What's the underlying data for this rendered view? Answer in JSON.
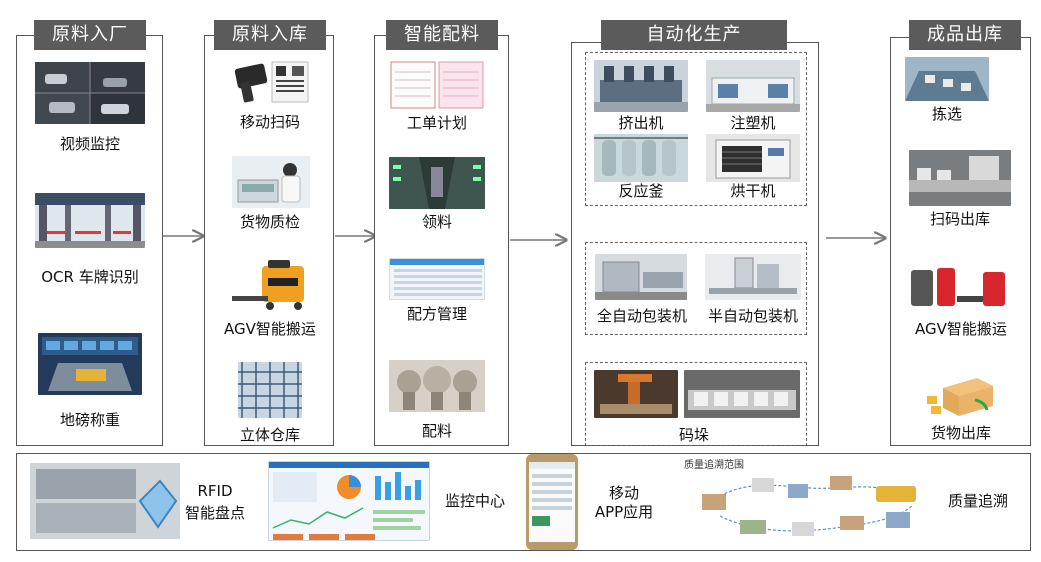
{
  "stages": [
    {
      "title": "原料入厂",
      "steps": [
        "视频监控",
        "OCR 车牌识别",
        "地磅称重"
      ]
    },
    {
      "title": "原料入库",
      "steps": [
        "移动扫码",
        "货物质检",
        "AGV智能搬运",
        "立体仓库"
      ]
    },
    {
      "title": "智能配料",
      "steps": [
        "工单计划",
        "领料",
        "配方管理",
        "配料"
      ]
    },
    {
      "title": "自动化生产",
      "machines": [
        "挤出机",
        "注塑机",
        "反应釜",
        "烘干机"
      ],
      "packaging": [
        "全自动包装机",
        "半自动包装机"
      ],
      "stacking": "码垛"
    },
    {
      "title": "成品出库",
      "steps": [
        "拣选",
        "扫码出库",
        "AGV智能搬运",
        "货物出库"
      ]
    }
  ],
  "bottom": {
    "rfid_line1": "RFID",
    "rfid_line2": "智能盘点",
    "monitor": "监控中心",
    "mobile_line1": "移动",
    "mobile_line2": "APP应用",
    "trace_map_title": "质量追溯范围",
    "trace": "质量追溯"
  },
  "colors": {
    "title_bg": "#5b5b5b",
    "border": "#555555",
    "arrow": "#777777",
    "agv_orange": "#f0a020",
    "agv_red": "#d8262c"
  }
}
